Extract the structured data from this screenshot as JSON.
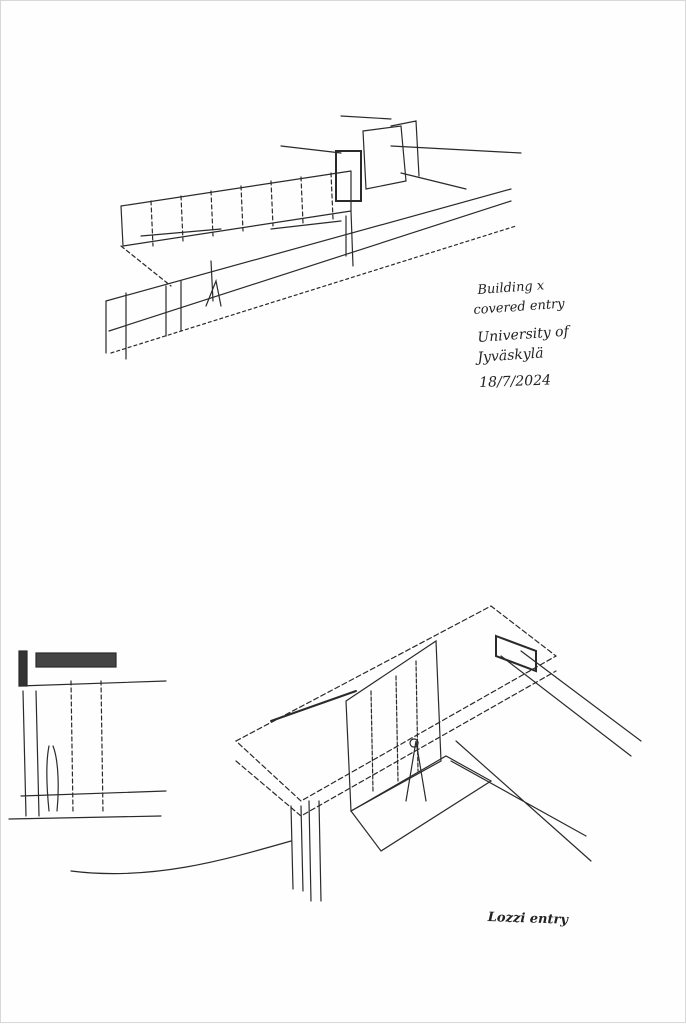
{
  "notes": {
    "top": {
      "line1": "Building x",
      "line2": "covered entry",
      "line3": "University of",
      "line4": "Jyväskylä",
      "date": "18/7/2024"
    },
    "bottom": {
      "label": "Lozzi entry"
    }
  },
  "colors": {
    "paper": "#fefefe",
    "pencil": "#2a2a2a"
  }
}
